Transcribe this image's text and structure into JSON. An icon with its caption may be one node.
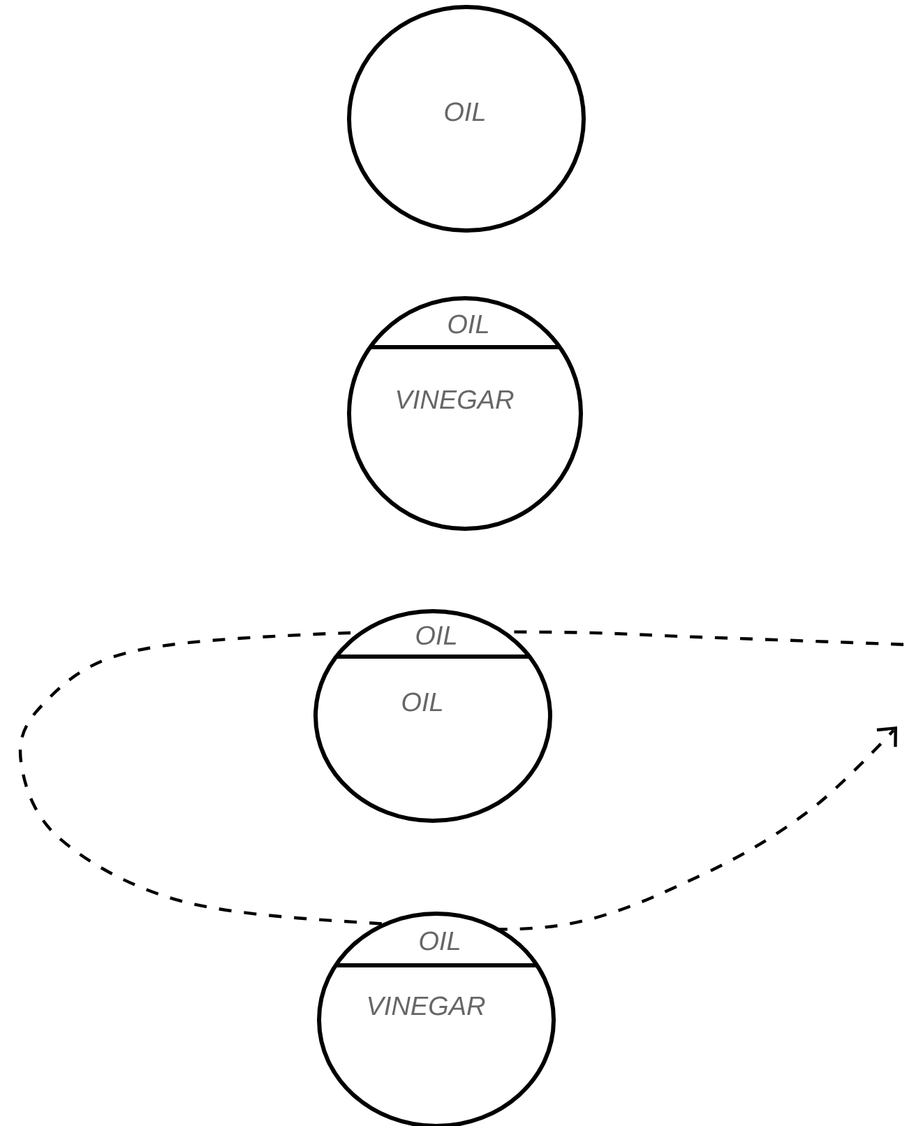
{
  "diagram": {
    "nodes": [
      {
        "text": [
          "OIL"
        ]
      },
      {
        "text": [
          "OIL",
          "VINEGAR"
        ]
      },
      {
        "text": [
          "OIL",
          "OIL"
        ]
      },
      {
        "text": [
          "OIL",
          "VINEGAR"
        ]
      }
    ]
  }
}
